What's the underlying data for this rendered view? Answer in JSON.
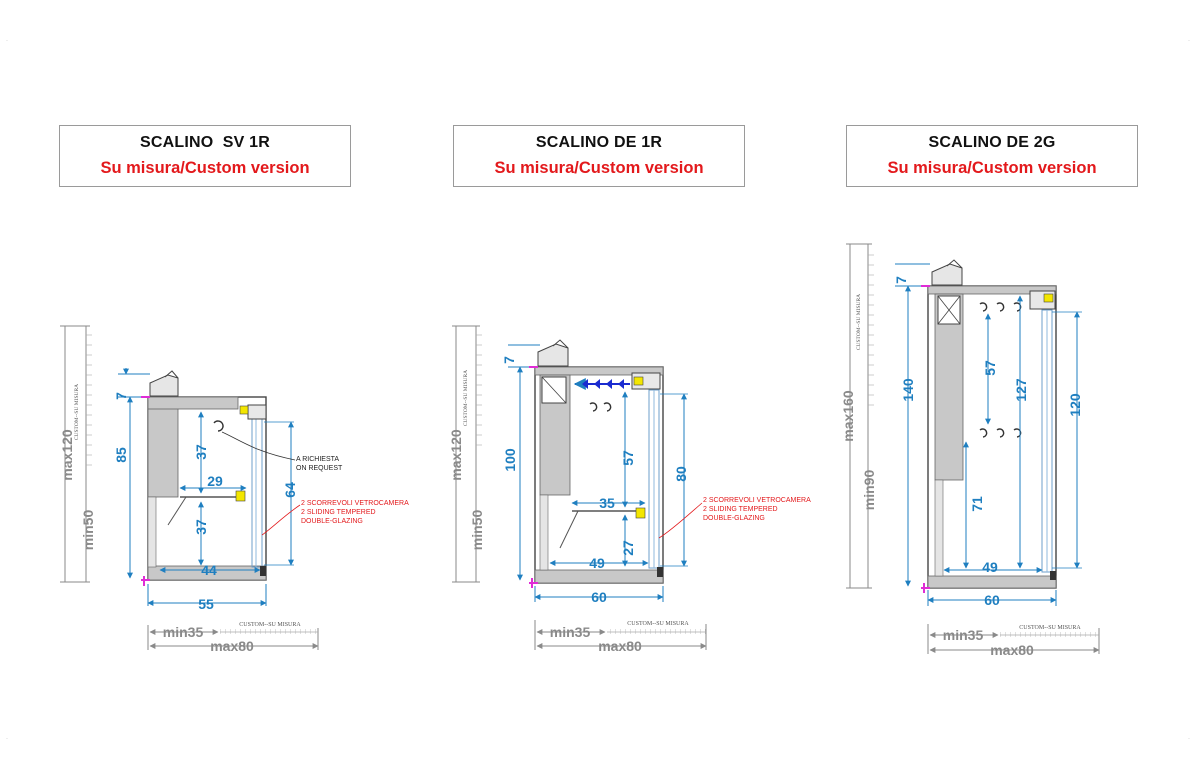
{
  "panels": [
    {
      "title": "SCALINO  SV 1R",
      "subtitle": "Su misura/Custom version",
      "dims": {
        "top": "7",
        "height": "85",
        "inner_upper": "37",
        "inner_lower": "37",
        "shelf": "29",
        "glass": "64",
        "base": "44",
        "depth": "55"
      },
      "range_vertical": {
        "max": "max120",
        "min": "min50",
        "custom": "CUSTOM--SU  MISURA"
      },
      "range_horizontal": {
        "min": "min35",
        "max": "max80",
        "custom": "CUSTOM--SU  MISURA"
      },
      "note_request": [
        "A RICHIESTA",
        "ON REQUEST"
      ],
      "note_doors": [
        "2 SCORREVOLI VETROCAMERA",
        "2 SLIDING TEMPERED",
        "DOUBLE-GLAZING"
      ]
    },
    {
      "title": "SCALINO DE 1R",
      "subtitle": "Su misura/Custom version",
      "dims": {
        "top": "7",
        "height": "100",
        "inner_upper": "57",
        "inner_lower": "27",
        "shelf": "35",
        "glass": "80",
        "base": "49",
        "depth": "60"
      },
      "range_vertical": {
        "max": "max120",
        "min": "min50",
        "custom": "CUSTOM--SU  MISURA"
      },
      "range_horizontal": {
        "min": "min35",
        "max": "max80",
        "custom": "CUSTOM--SU  MISURA"
      },
      "note_doors": [
        "2 SCORREVOLI VETROCAMERA",
        "2 SLIDING TEMPERED",
        "DOUBLE-GLAZING"
      ]
    },
    {
      "title": "SCALINO DE 2G",
      "subtitle": "Su misura/Custom version",
      "dims": {
        "top": "7",
        "height": "140",
        "inner_upper": "57",
        "inner_lower": "71",
        "inner_total": "127",
        "glass": "120",
        "base": "49",
        "depth": "60"
      },
      "range_vertical": {
        "max": "max160",
        "min": "min90",
        "custom": "CUSTOM--SU  MISURA"
      },
      "range_horizontal": {
        "min": "min35",
        "max": "max80",
        "custom": "CUSTOM--SU  MISURA"
      }
    }
  ]
}
